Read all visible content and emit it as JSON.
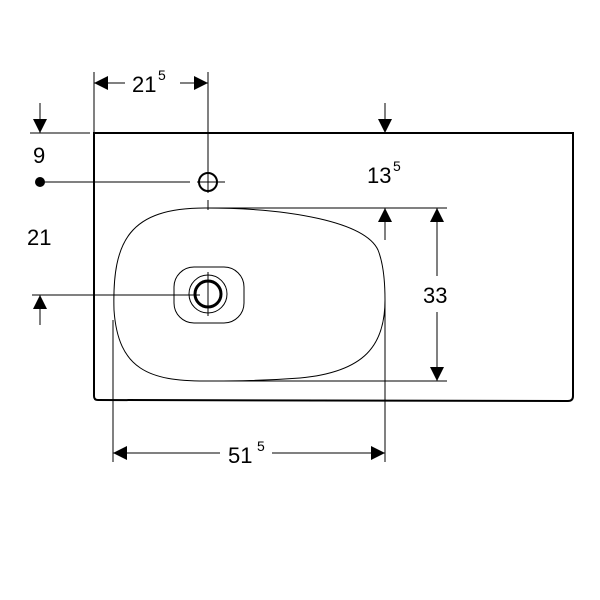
{
  "dimensions": {
    "tap_offset_x": {
      "main": "21",
      "sup": "5"
    },
    "tap_offset_y": "9",
    "drain_offset_y": "21",
    "bowl_offset_top": {
      "main": "13",
      "sup": "5"
    },
    "bowl_depth": "33",
    "bowl_width": {
      "main": "51",
      "sup": "5"
    }
  }
}
